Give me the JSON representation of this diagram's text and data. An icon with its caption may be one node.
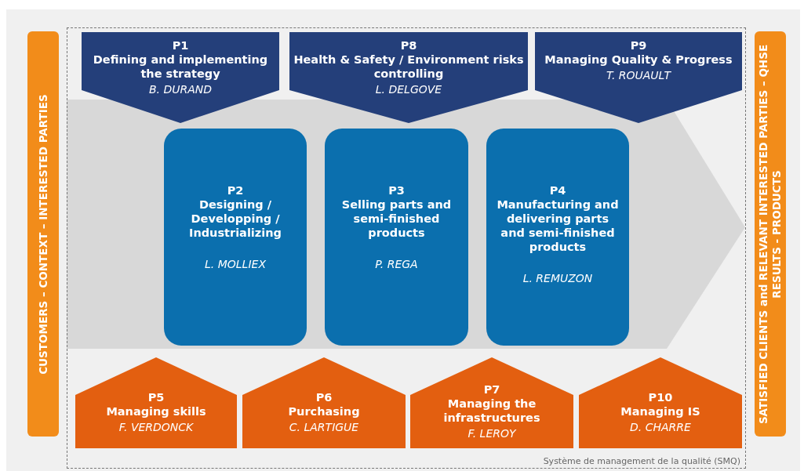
{
  "diagram": {
    "nodes": [
      {
        "text": [
          "CUSTOMERS – CONTEXT – INTERESTED PARTIES"
        ]
      },
      {
        "text": [
          "Système de management de la qualité (SMQ)"
        ]
      },
      {
        "text": [
          "P1",
          "Defining and implementing the strategy",
          "B. DURAND"
        ],
        "in": 1
      },
      {
        "text": [
          "P8",
          "Health & Safety / Environment risks controlling",
          "L. DELGOVE"
        ],
        "in": 1
      },
      {
        "text": [
          "P9",
          "Managing Quality & Progress",
          "T. ROUAULT"
        ],
        "in": 1
      },
      {
        "text": [
          "P2",
          "Designing / Developping / Industrializing",
          "L. MOLLIEX"
        ],
        "in": 1
      },
      {
        "text": [
          "P3",
          "Selling parts and semi-finished products",
          "P. REGA"
        ],
        "in": 1
      },
      {
        "text": [
          "P4",
          "Manufacturing and delivering parts and semi-finished products",
          "L. REMUZON"
        ],
        "in": 1
      },
      {
        "text": [
          "P5",
          "Managing skills",
          "F. VERDONCK"
        ],
        "in": 1
      },
      {
        "text": [
          "P6",
          "Purchasing",
          "C. LARTIGUE"
        ],
        "in": 1
      },
      {
        "text": [
          "P7",
          "Managing the infrastructures",
          "F. LEROY"
        ],
        "in": 1
      },
      {
        "text": [
          "P10",
          "Managing IS",
          "D. CHARRE"
        ],
        "in": 1
      },
      {
        "text": [
          "SATISFIED CLIENTS and RELEVANT INTERESTED PARTIES – QHSE RESULTS - PRODUCTS"
        ]
      }
    ],
    "edges": []
  }
}
